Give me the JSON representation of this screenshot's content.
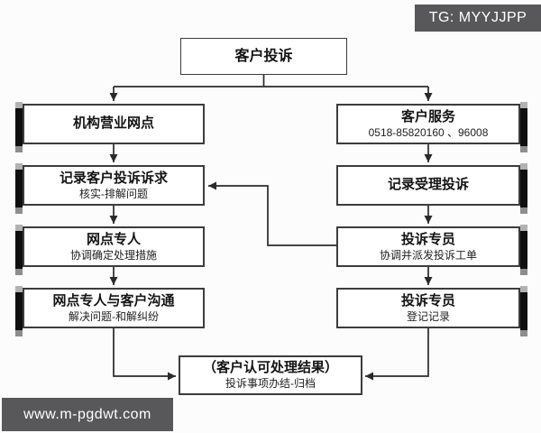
{
  "watermarks": {
    "top_right": "TG: MYYJJPP",
    "bottom_left": "www.m-pgdwt.com"
  },
  "flow": {
    "start": {
      "title": "客户投诉"
    },
    "left_branch": [
      {
        "title": "机构营业网点",
        "subtitle": ""
      },
      {
        "title": "记录客户投诉诉求",
        "subtitle": "核实-排解问题"
      },
      {
        "title": "网点专人",
        "subtitle": "协调确定处理措施"
      },
      {
        "title": "网点专人与客户沟通",
        "subtitle": "解决问题-和解纠纷"
      }
    ],
    "right_branch": [
      {
        "title": "客户服务",
        "subtitle": "0518-85820160 、96008"
      },
      {
        "title": "记录受理投诉",
        "subtitle": ""
      },
      {
        "title": "投诉专员",
        "subtitle": "协调并派发投诉工单"
      },
      {
        "title": "投诉专员",
        "subtitle": "登记记录"
      }
    ],
    "end": {
      "title": "（客户认可处理结果）",
      "subtitle": "投诉事项办结-归档"
    }
  },
  "colors": {
    "watermark_bg": "#58585a",
    "box_border": "#3c3c3c",
    "connector": "#2a2a2a",
    "edge_bar": "#0f0f0f"
  }
}
